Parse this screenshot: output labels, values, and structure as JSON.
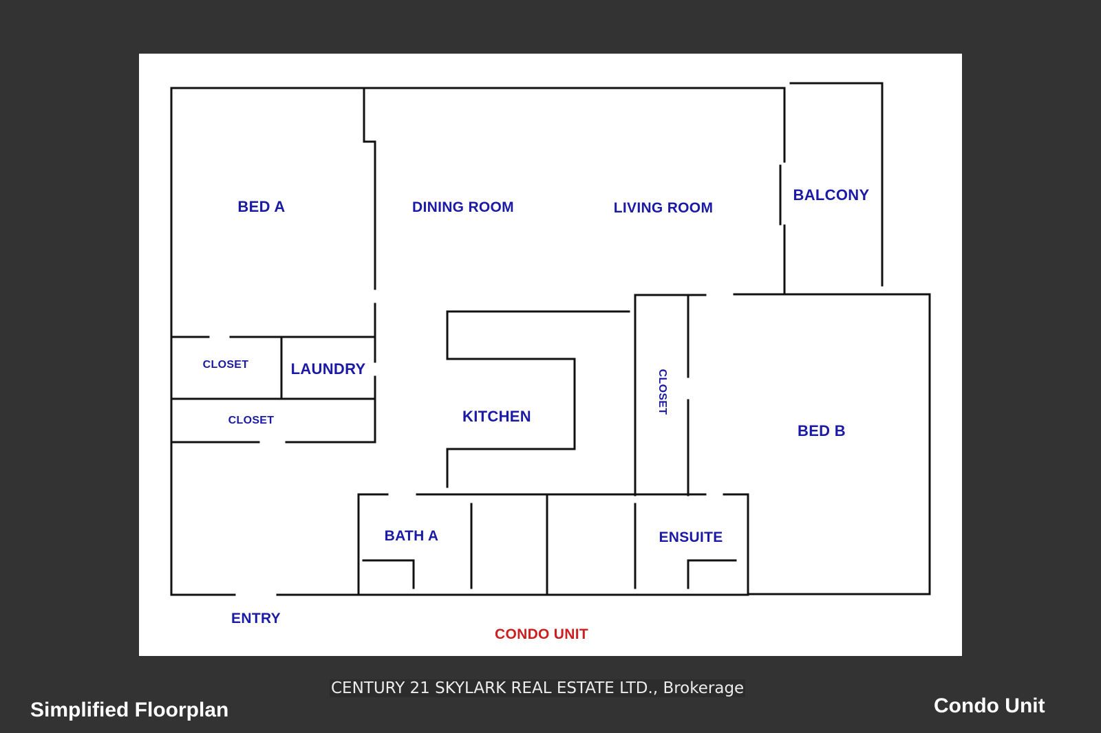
{
  "page": {
    "background": "#333333",
    "paper_color": "#ffffff",
    "label_color": "#1a1aa6",
    "accent_red": "#cc1f1f"
  },
  "floorplan": {
    "rooms": {
      "bed_a": "BED A",
      "dining_room": "DINING ROOM",
      "living_room": "LIVING ROOM",
      "balcony": "BALCONY",
      "closet_1": "CLOSET",
      "laundry": "LAUNDRY",
      "closet_2": "CLOSET",
      "kitchen": "KITCHEN",
      "closet_3": "CLOSET",
      "bed_b": "BED B",
      "bath_a": "BATH A",
      "ensuite": "ENSUITE",
      "entry": "ENTRY"
    },
    "unit_caption": "CONDO UNIT"
  },
  "footer": {
    "left_title": "Simplified Floorplan",
    "brokerage": "CENTURY 21 SKYLARK REAL ESTATE LTD., Brokerage",
    "right_title": "Condo Unit"
  }
}
